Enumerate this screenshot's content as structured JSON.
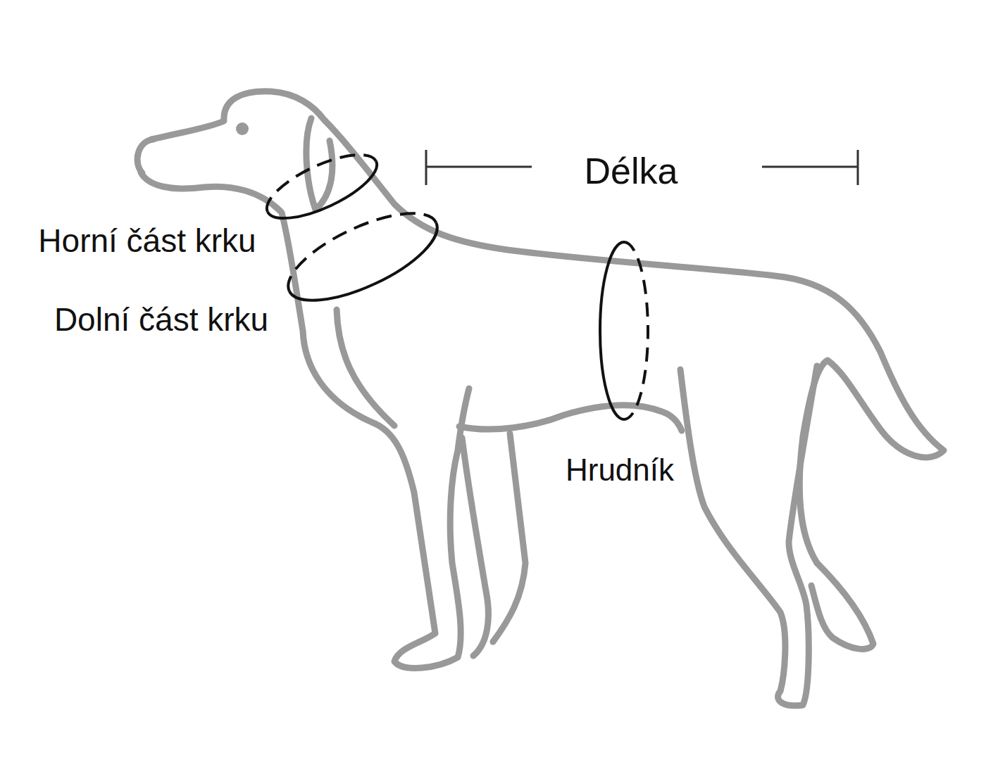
{
  "diagram": {
    "labels": [
      "Délka",
      "Horní část krku",
      "Dolní část krku",
      "Hrudník"
    ]
  }
}
